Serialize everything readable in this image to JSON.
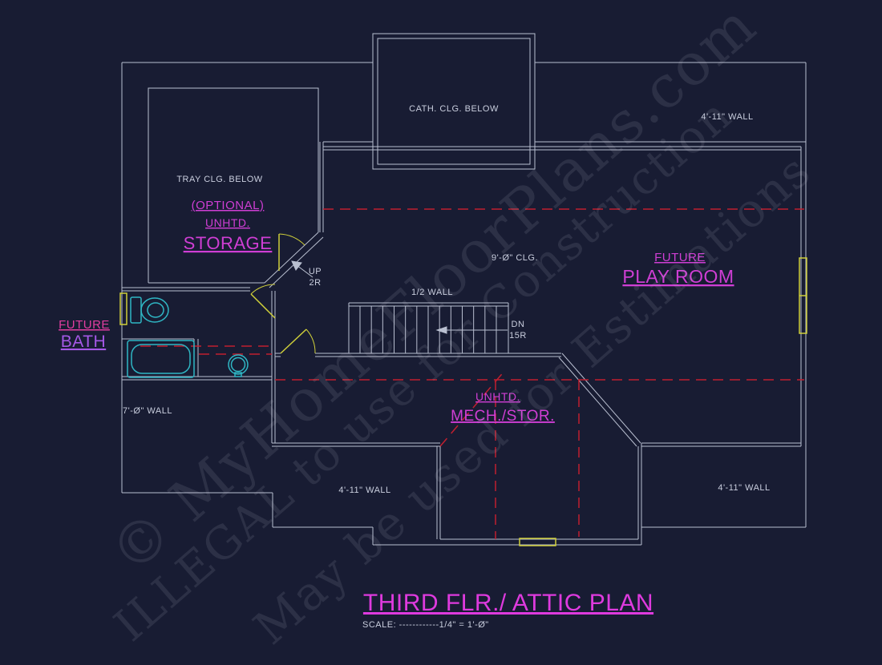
{
  "plan": {
    "title": "THIRD FLR./ ATTIC PLAN",
    "scale_note": "SCALE: ------------1/4\" = 1'-Ø\"",
    "rooms": {
      "storage": {
        "line1": "(OPTIONAL)",
        "line2": "UNHTD.",
        "line3": "STORAGE"
      },
      "bath": {
        "line1": "FUTURE",
        "line2": "BATH"
      },
      "playroom": {
        "line1": "FUTURE",
        "line2": "PLAY ROOM"
      },
      "mech": {
        "line1": "UNHTD.",
        "line2": "MECH./STOR."
      }
    },
    "annotations": {
      "cath_clg": "CATH. CLG. BELOW",
      "tray_clg": "TRAY CLG. BELOW",
      "wall_top_right": "4'-11\" WALL",
      "clg_height": "9'-Ø\" CLG.",
      "half_wall": "1/2 WALL",
      "up": "UP",
      "up_risers": "2R",
      "dn": "DN",
      "dn_risers": "15R",
      "wall_left": "7'-Ø\" WALL",
      "wall_bottom_center": "4'-11\" WALL",
      "wall_bottom_right": "4'-11\" WALL"
    },
    "watermarks": [
      "© MyHomeFloorPlans.com",
      "ILLEGAL to use for Construction",
      "May be used for Estimations"
    ],
    "colors": {
      "background": "#181c33",
      "wall_line": "#b9bfd0",
      "label_text": "#c9cede",
      "magenta": "#cf3ed4",
      "magenta_bright": "#de3ade",
      "pink": "#e23da0",
      "purple": "#a558e6",
      "red_dashed": "#c01f2f",
      "yellow": "#cfcf3a",
      "cyan": "#2fb6c4"
    }
  }
}
